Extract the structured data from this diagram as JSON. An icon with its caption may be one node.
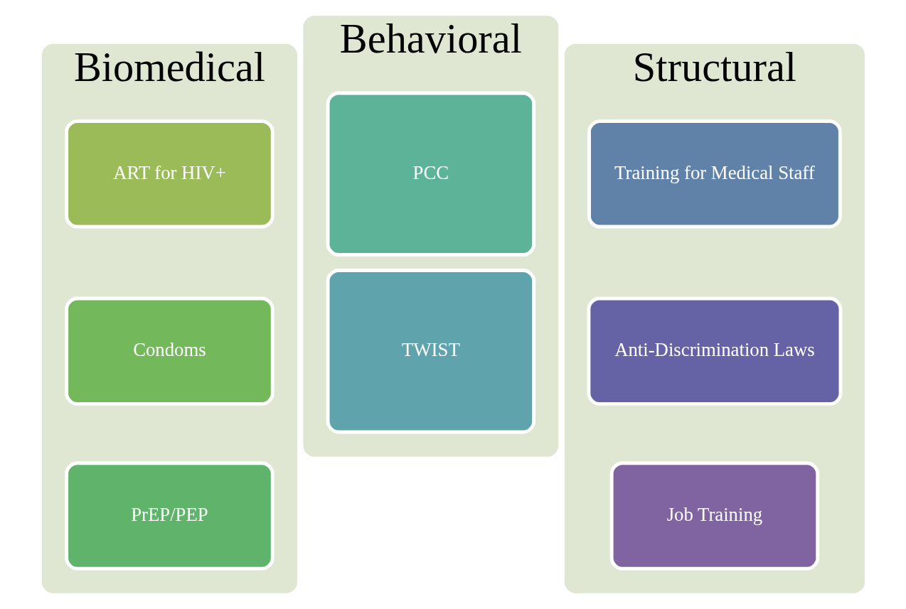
{
  "diagram": {
    "nodes": [
      {
        "text": [
          "Biomedical"
        ]
      },
      {
        "text": [
          "ART for HIV+"
        ],
        "in": 0
      },
      {
        "text": [
          "Condoms"
        ],
        "in": 0
      },
      {
        "text": [
          "PrEP/PEP"
        ],
        "in": 0
      },
      {
        "text": [
          "Behavioral"
        ]
      },
      {
        "text": [
          "PCC"
        ],
        "in": 4
      },
      {
        "text": [
          "TWIST"
        ],
        "in": 4
      },
      {
        "text": [
          "Structural"
        ]
      },
      {
        "text": [
          "Training for Medical Staff"
        ],
        "in": 7
      },
      {
        "text": [
          "Anti-Discrimination Laws"
        ],
        "in": 7
      },
      {
        "text": [
          "Job Training"
        ],
        "in": 7
      }
    ]
  }
}
